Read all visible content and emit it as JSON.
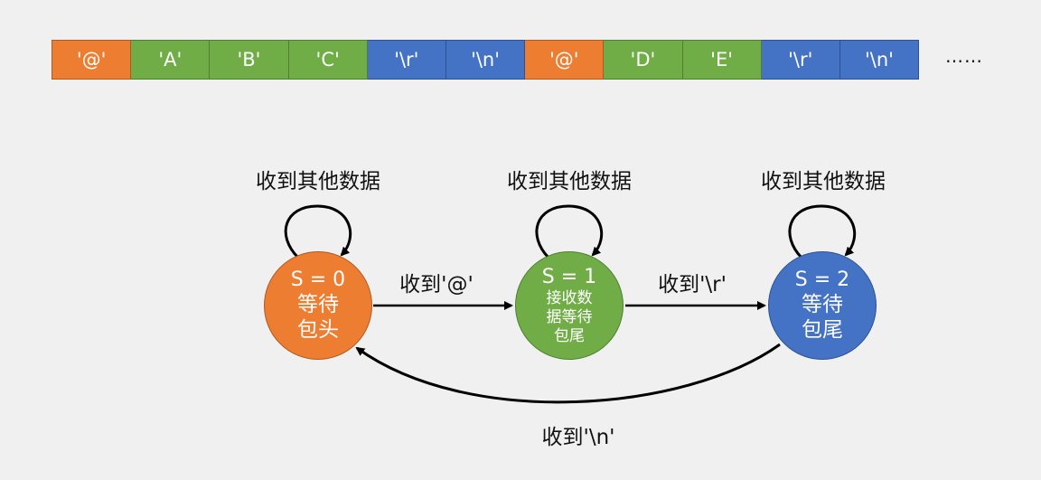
{
  "colors": {
    "header": "#ed7d31",
    "header_border": "#ae5a21",
    "data": "#70ad47",
    "data_border": "#507e32",
    "tail": "#4472c4",
    "tail_border": "#2f528f",
    "background": "#f0f0f0",
    "line": "#000000"
  },
  "byte_stream": {
    "cells": [
      {
        "label": "'@'",
        "kind": "header"
      },
      {
        "label": "'A'",
        "kind": "data"
      },
      {
        "label": "'B'",
        "kind": "data"
      },
      {
        "label": "'C'",
        "kind": "data"
      },
      {
        "label": "'\\r'",
        "kind": "tail"
      },
      {
        "label": "'\\n'",
        "kind": "tail"
      },
      {
        "label": "'@'",
        "kind": "header"
      },
      {
        "label": "'D'",
        "kind": "data"
      },
      {
        "label": "'E'",
        "kind": "data"
      },
      {
        "label": "'\\r'",
        "kind": "tail"
      },
      {
        "label": "'\\n'",
        "kind": "tail"
      }
    ],
    "continuation": "……"
  },
  "states": [
    {
      "id": "S = 0",
      "desc_lines": [
        "等待",
        "包头"
      ],
      "kind": "header",
      "self_loop_label": "收到其他数据"
    },
    {
      "id": "S = 1",
      "desc_lines": [
        "接收数",
        "据等待",
        "包尾"
      ],
      "kind": "data",
      "self_loop_label": "收到其他数据"
    },
    {
      "id": "S = 2",
      "desc_lines": [
        "等待",
        "包尾"
      ],
      "kind": "tail",
      "self_loop_label": "收到其他数据"
    }
  ],
  "transitions": [
    {
      "from": "S = 0",
      "to": "S = 1",
      "label": "收到'@'"
    },
    {
      "from": "S = 1",
      "to": "S = 2",
      "label": "收到'\\r'"
    },
    {
      "from": "S = 2",
      "to": "S = 0",
      "label": "收到'\\n'"
    }
  ]
}
